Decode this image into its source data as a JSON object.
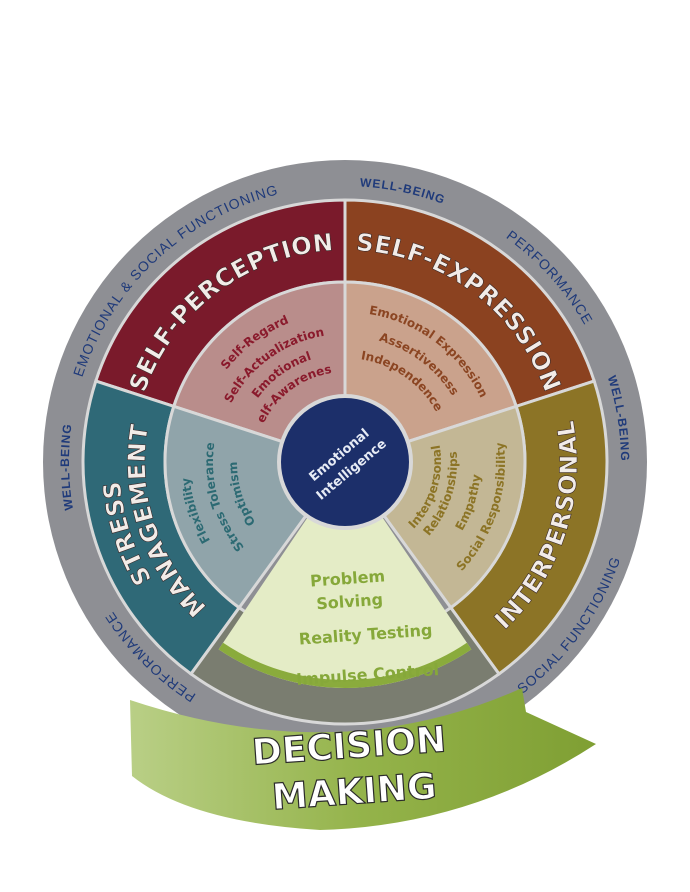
{
  "colors": {
    "outer_ring": "#8e8f94",
    "self_perception": "#7a1a2b",
    "self_perception_inner": "#b98d8b",
    "self_expression": "#8b4220",
    "self_expression_inner": "#caa28c",
    "interpersonal": "#8c7426",
    "interpersonal_inner": "#c3b795",
    "stress_management": "#2f6977",
    "stress_management_inner": "#90a4aa",
    "decision_making": "#8aab3c",
    "decision_making_inner": "#e4ecc6",
    "center": "#1c2f6a",
    "ring_text": "#1f3a7a"
  },
  "outer_ring": {
    "emotional_social_functioning": "EMOTIONAL & SOCIAL FUNCTIONING",
    "well_being_top": "WELL-BEING",
    "performance_right": "PERFORMANCE",
    "well_being_right": "WELL-BEING",
    "social_functioning": "SOCIAL FUNCTIONING",
    "performance_left": "PERFORMANCE",
    "well_being_left": "WELL-BEING"
  },
  "center": {
    "line1": "Emotional",
    "line2": "Intelligence"
  },
  "composites": {
    "self_perception": {
      "title": "SELF-PERCEPTION",
      "items": [
        "Self-Regard",
        "Self-Actualization",
        "Emotional",
        "Self-Awareness"
      ]
    },
    "self_expression": {
      "title": "SELF-EXPRESSION",
      "items": [
        "Emotional Expression",
        "Assertiveness",
        "Independence"
      ]
    },
    "interpersonal": {
      "title": "INTERPERSONAL",
      "items": [
        "Interpersonal",
        "Relationships",
        "Empathy",
        "Social Responsibility"
      ]
    },
    "stress_management": {
      "title_line1": "STRESS",
      "title_line2": "MANAGEMENT",
      "items": [
        "Flexibility",
        "Stress Tolerance",
        "Optimism"
      ]
    },
    "decision_making": {
      "title_line1": "DECISION",
      "title_line2": "MAKING",
      "items": [
        "Problem",
        "Solving",
        "Reality Testing",
        "Impulse Control"
      ]
    }
  }
}
